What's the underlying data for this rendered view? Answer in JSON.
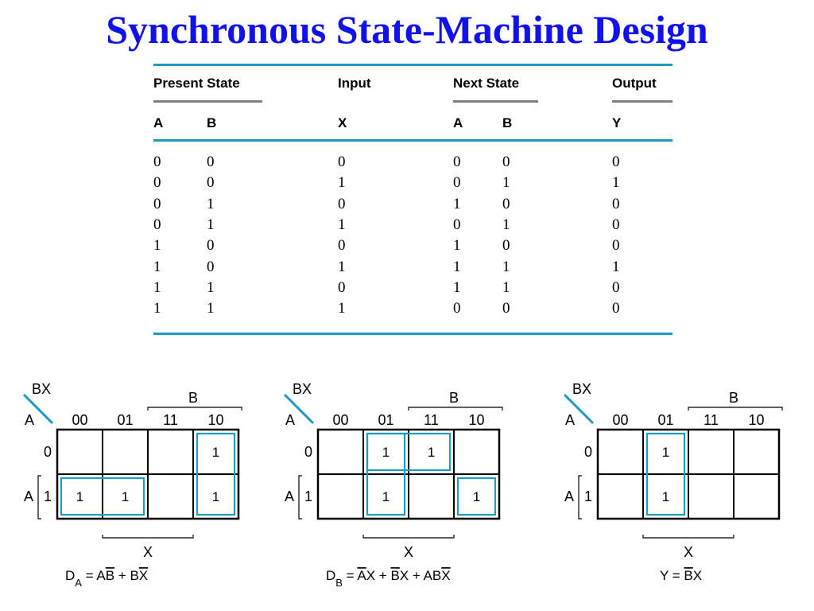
{
  "title": "Synchronous State-Machine Design",
  "table": {
    "group_headers": {
      "present_state": "Present State",
      "input": "Input",
      "next_state": "Next State",
      "output": "Output"
    },
    "column_headers": [
      "A",
      "B",
      "X",
      "A",
      "B",
      "Y"
    ],
    "rows": [
      [
        "0",
        "0",
        "0",
        "0",
        "0",
        "0"
      ],
      [
        "0",
        "0",
        "1",
        "0",
        "1",
        "1"
      ],
      [
        "0",
        "1",
        "0",
        "1",
        "0",
        "0"
      ],
      [
        "0",
        "1",
        "1",
        "0",
        "1",
        "0"
      ],
      [
        "1",
        "0",
        "0",
        "1",
        "0",
        "0"
      ],
      [
        "1",
        "0",
        "1",
        "1",
        "1",
        "1"
      ],
      [
        "1",
        "1",
        "0",
        "1",
        "1",
        "0"
      ],
      [
        "1",
        "1",
        "1",
        "0",
        "0",
        "0"
      ]
    ]
  },
  "kmap_common": {
    "corner_top": "BX",
    "corner_left": "A",
    "col_labels": [
      "00",
      "01",
      "11",
      "10"
    ],
    "row_labels": [
      "0",
      "1"
    ],
    "b_label": "B",
    "a_label": "A",
    "x_label": "X"
  },
  "kmaps": [
    {
      "cells": [
        [
          "",
          "",
          "",
          "1"
        ],
        [
          "1",
          "1",
          "",
          "1"
        ]
      ],
      "equation": {
        "lhs": "D",
        "sub": "A",
        "eq": " = A",
        "t1_over": "B",
        "plus1": " + B",
        "t2_over": "X",
        "rest": ""
      }
    },
    {
      "cells": [
        [
          "",
          "1",
          "1",
          ""
        ],
        [
          "",
          "1",
          "",
          "1"
        ]
      ],
      "equation": {
        "lhs": "D",
        "sub": "B",
        "eq": " = ",
        "a_over": "A",
        "x1": "X + ",
        "b_over": "B",
        "x2": "X + AB",
        "x3_over": "X"
      }
    },
    {
      "cells": [
        [
          "",
          "1",
          "",
          ""
        ],
        [
          "",
          "1",
          "",
          ""
        ]
      ],
      "equation": {
        "lhs": "Y = ",
        "b_over": "B",
        "rest": "X"
      }
    }
  ],
  "colors": {
    "title": "#1111ee",
    "accent": "#1a9bc0",
    "rule_gray": "#808080"
  }
}
